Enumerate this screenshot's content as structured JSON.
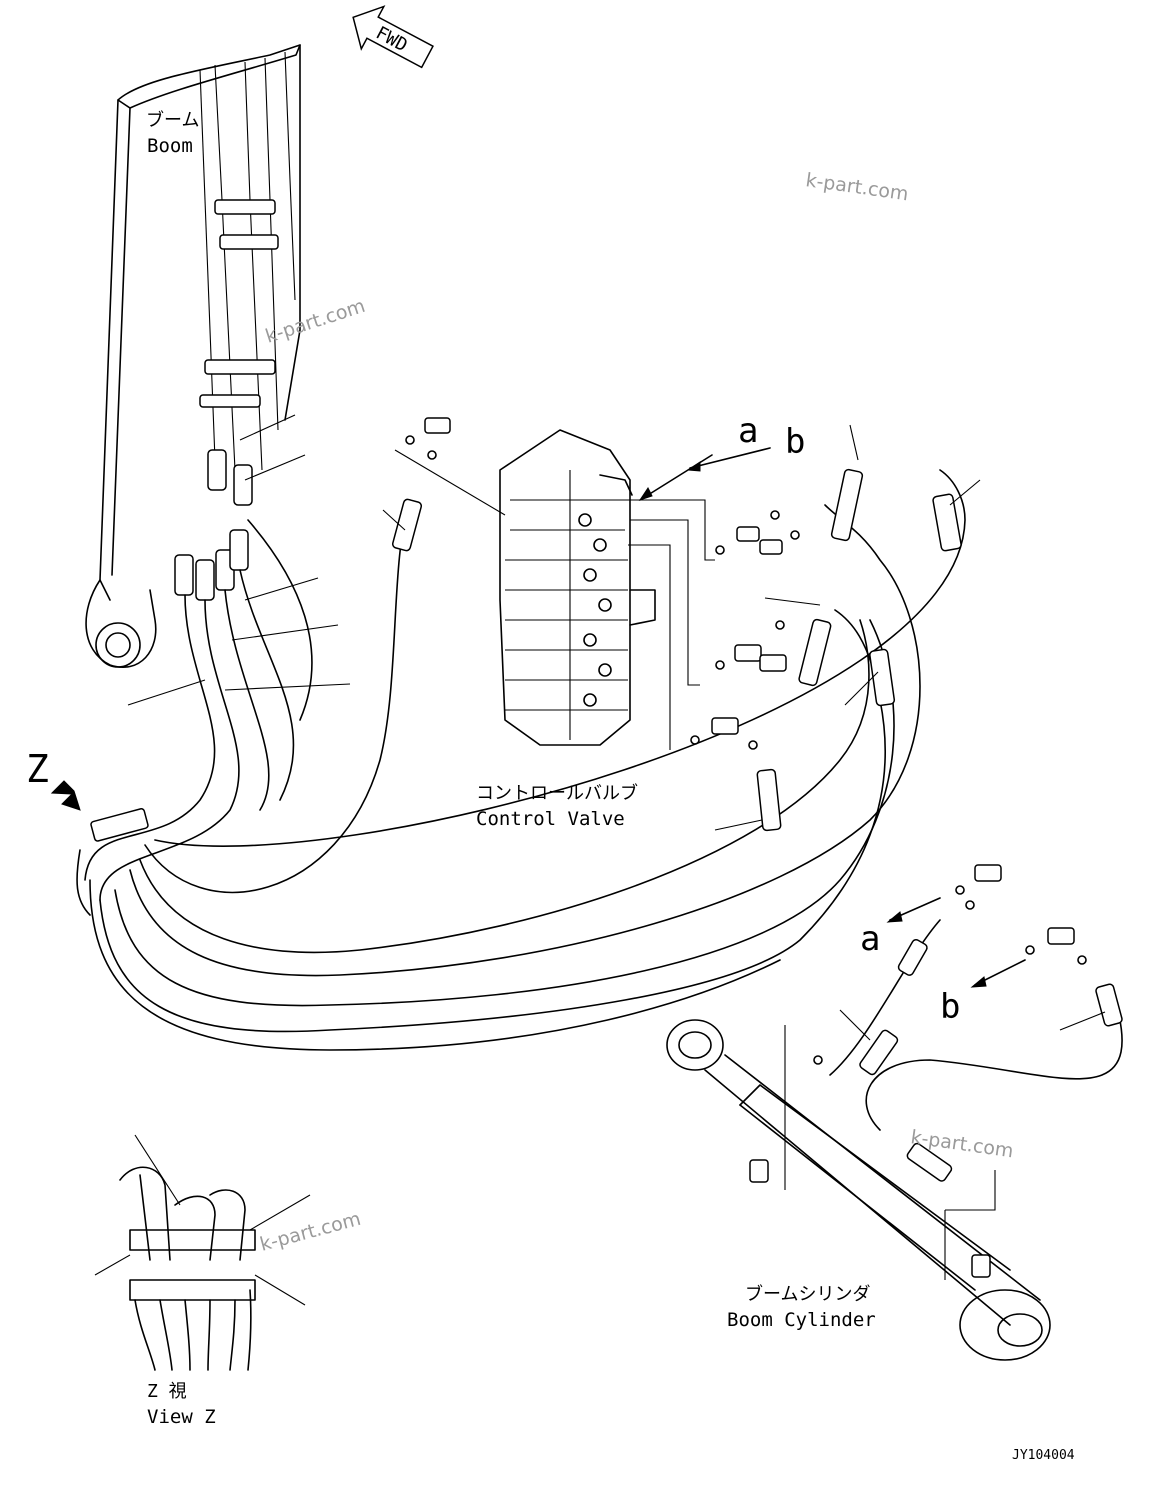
{
  "fwd": "FWD",
  "boom_jp": "ブーム",
  "boom_en": "Boom",
  "cv_jp": "コントロールバルブ",
  "cv_en": "Control Valve",
  "cyl_jp": "ブームシリンダ",
  "cyl_en": "Boom Cylinder",
  "view_jp": "Z 視",
  "view_en": "View Z",
  "z": "Z",
  "a": "a",
  "b": "b",
  "watermark": "k-part.com",
  "code": "JY104004"
}
